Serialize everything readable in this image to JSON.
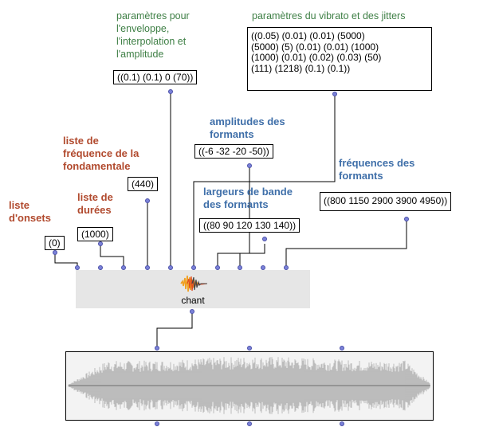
{
  "labels": {
    "envelope_params": "paramètres pour\nl'enveloppe,\nl'interpolation et\nl'amplitude",
    "vibrato_params": "paramètres du vibrato et des jitters",
    "onsets": "liste\nd'onsets",
    "durations": "liste de\ndurées",
    "fundamental": "liste de\nfréquence de la\nfondamentale",
    "formant_amplitudes": "amplitudes des\nformants",
    "formant_bandwidths": "largeurs de bande\ndes formants",
    "formant_frequencies": "fréquences des\nformants"
  },
  "boxes": {
    "envelope": "((0.1) (0.1) 0 (70))",
    "vibrato": "((0.05) (0.01) (0.01) (5000)\n(5000) (5) (0.01) (0.01) (1000)\n(1000) (0.01) (0.02) (0.03) (50)\n(111) (1218) (0.1) (0.1))",
    "onsets": "(0)",
    "durations": "(1000)",
    "fundamental": "(440)",
    "amplitudes": "((-6 -32 -20 -50))",
    "bandwidths": "((80 90 120 130 140))",
    "frequencies": "((800 1150 2900 3900 4950))"
  },
  "chant": {
    "label": "chant"
  },
  "colors": {
    "green_label": "#3e7f45",
    "red_label": "#b14a2e",
    "blue_label": "#3f6fa9",
    "inlet": "#7b82d9",
    "chant_bg": "#e6e6e6",
    "waveform": "#8a8a8a"
  }
}
